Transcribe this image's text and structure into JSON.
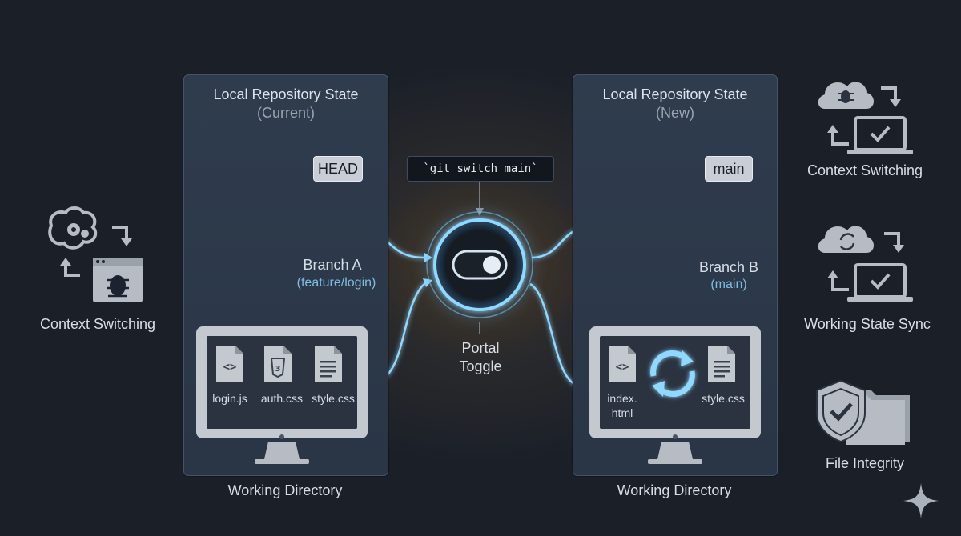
{
  "left_panel": {
    "title": "Local Repository State",
    "subtitle": "(Current)",
    "pointer_tag": "HEAD",
    "branch_label": "Branch A",
    "branch_sub": "(feature/login)",
    "files": [
      "login.js",
      "auth.css",
      "style.css"
    ],
    "footer": "Working Directory"
  },
  "center": {
    "command": "`git switch main`",
    "label_line1": "Portal",
    "label_line2": "Toggle"
  },
  "right_panel": {
    "title": "Local Repository State",
    "subtitle": "(New)",
    "pointer_tag": "main",
    "branch_label": "Branch B",
    "branch_sub": "(main)",
    "files": [
      "index.\nhtml",
      "style.css"
    ],
    "file_index_line1": "index.",
    "file_index_line2": "html",
    "footer": "Working Directory"
  },
  "side_features": {
    "left": {
      "label": "Context Switching"
    },
    "right": [
      {
        "label": "Context Switching"
      },
      {
        "label": "Working State Sync"
      },
      {
        "label": "File Integrity"
      }
    ]
  },
  "colors": {
    "node_blue": "#3d7bd0",
    "head_node": "#5fb6ea",
    "glow": "#7fd3ff",
    "panel": "#2f3c4d",
    "background": "#1a1f28"
  },
  "icons": [
    "brain-gear-icon",
    "bug-window-icon",
    "cloud-bug-icon",
    "laptop-check-icon",
    "cloud-sync-icon",
    "shield-check-icon",
    "folder-icon",
    "sync-icon",
    "code-file-icon",
    "css-file-icon",
    "text-file-icon",
    "sparkle-icon"
  ]
}
